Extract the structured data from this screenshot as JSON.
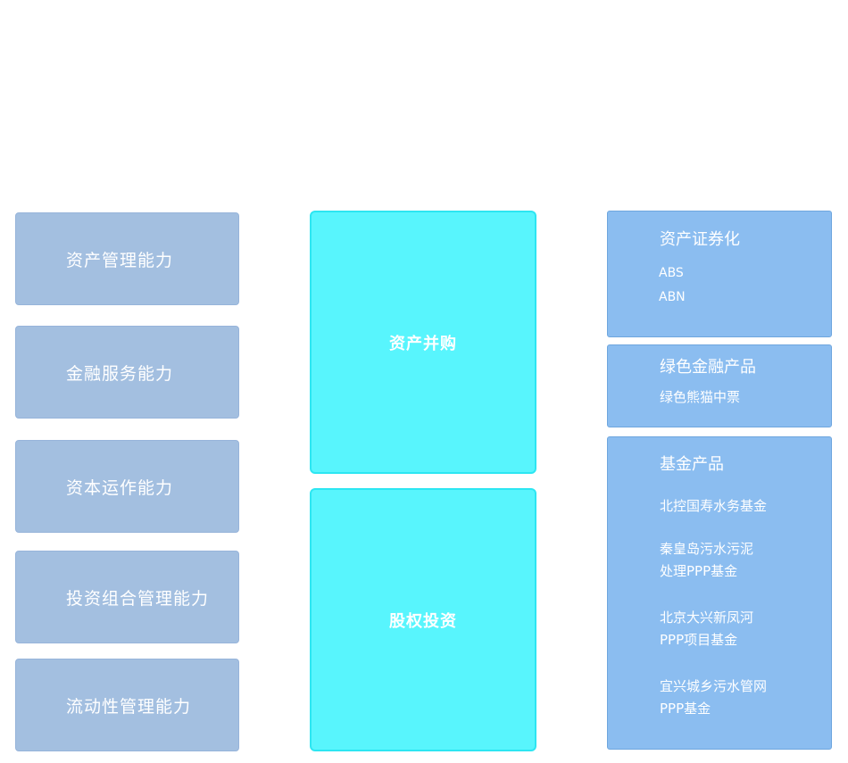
{
  "capabilities": [
    "资产管理能力",
    "金融服务能力",
    "资本运作能力",
    "投资组合管理能力",
    "流动性管理能力"
  ],
  "services": [
    "资产并购",
    "股权投资"
  ],
  "products": {
    "securitization": {
      "title": "资产证券化",
      "items": [
        "ABS",
        "ABN"
      ]
    },
    "green": {
      "title": "绿色金融产品",
      "items": [
        "绿色熊猫中票"
      ]
    },
    "fund": {
      "title": "基金产品",
      "items": [
        "北控国寿水务基金",
        "秦皇岛污水污泥\n处理PPP基金",
        "北京大兴新凤河\nPPP项目基金",
        "宜兴城乡污水管网\nPPP基金"
      ]
    }
  }
}
